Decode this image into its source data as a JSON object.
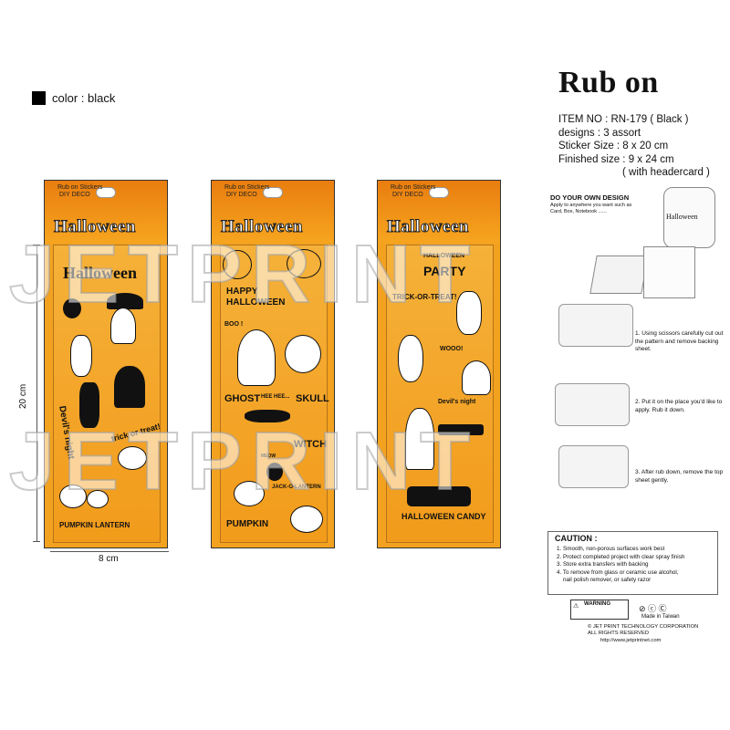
{
  "color_label": "color : black",
  "title": "Rub on",
  "specs": {
    "item_no": "ITEM NO : RN-179 ( Black )",
    "designs": "designs : 3 assort",
    "sticker_size": "Sticker Size : 8 x 20 cm",
    "finished_size": "Finished size : 9 x 24 cm",
    "headercard": "( with headercard )"
  },
  "dims": {
    "height": "20 cm",
    "width": "8 cm"
  },
  "cards": [
    {
      "brand": "Rub on Stickers",
      "brand2": "DIY DECO",
      "title": "Halloween",
      "sheet_title": "Halloween",
      "labels": [
        "Devil's night",
        "trick or treat!",
        "PUMPKIN LANTERN"
      ]
    },
    {
      "brand": "Rub on Stickers",
      "brand2": "DIY DECO",
      "title": "Halloween",
      "labels": [
        "HAPPY",
        "HALLOWEEN",
        "BOO !",
        "GHOST",
        "HEE HEE...",
        "SKULL",
        "WITCH",
        "MEOW",
        "JACK-O-LANTERN",
        "PUMPKIN"
      ]
    },
    {
      "brand": "Rub on Stickers",
      "brand2": "DIY DECO",
      "title": "Halloween",
      "labels": [
        "HALLOWEEN",
        "PARTY",
        "TRICK-OR-TREAT!",
        "WOOO!",
        "Devil's night",
        "HALLOWEEN CANDY"
      ]
    }
  ],
  "instructions": {
    "heading": "DO YOUR OWN DESIGN",
    "sub": "Apply to anywhere you want such as Card, Box, Notebook ......",
    "jar_text": "Halloween",
    "steps": [
      "1. Using scissors carefully cut out the pattern and remove backing sheet.",
      "2. Put it on the place you'd like to apply. Rub it down.",
      "3. After rub down, remove the top sheet gently."
    ],
    "caution_title": "CAUTION :",
    "caution_items": [
      "1. Smooth, non-porous surfaces work best",
      "2. Protect completed project with clear spray finish",
      "3. Store extra transfers with backing",
      "4. To remove from glass or ceramic use alcohol,",
      "    nail polish remover, or safety razor"
    ],
    "warning": "WARNING",
    "made_in": "Made in Taiwan",
    "copyright": "© JET PRINT TECHNOLOGY CORPORATION",
    "rights": "ALL RIGHTS RESERVED",
    "url": "http://www.jetprintnet.com"
  },
  "watermark": "JETPRINT"
}
